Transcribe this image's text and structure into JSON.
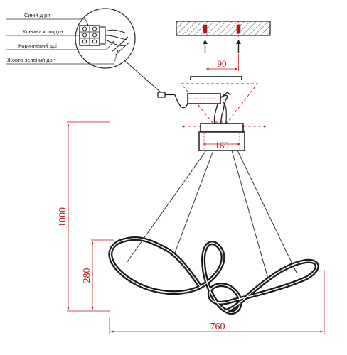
{
  "callout": {
    "labels": [
      "Синій д ріт",
      "Клемна колодка",
      "Коричневий дріт",
      "Жовто-зелений дріт"
    ]
  },
  "dimensions": {
    "mount_spacing": "90",
    "canopy_width": "160",
    "total_height": "1000",
    "body_height": "280",
    "body_width": "760"
  },
  "colors": {
    "dimension": "#c0141c",
    "lamp": "#1a1a1a",
    "wire": "#333333"
  }
}
